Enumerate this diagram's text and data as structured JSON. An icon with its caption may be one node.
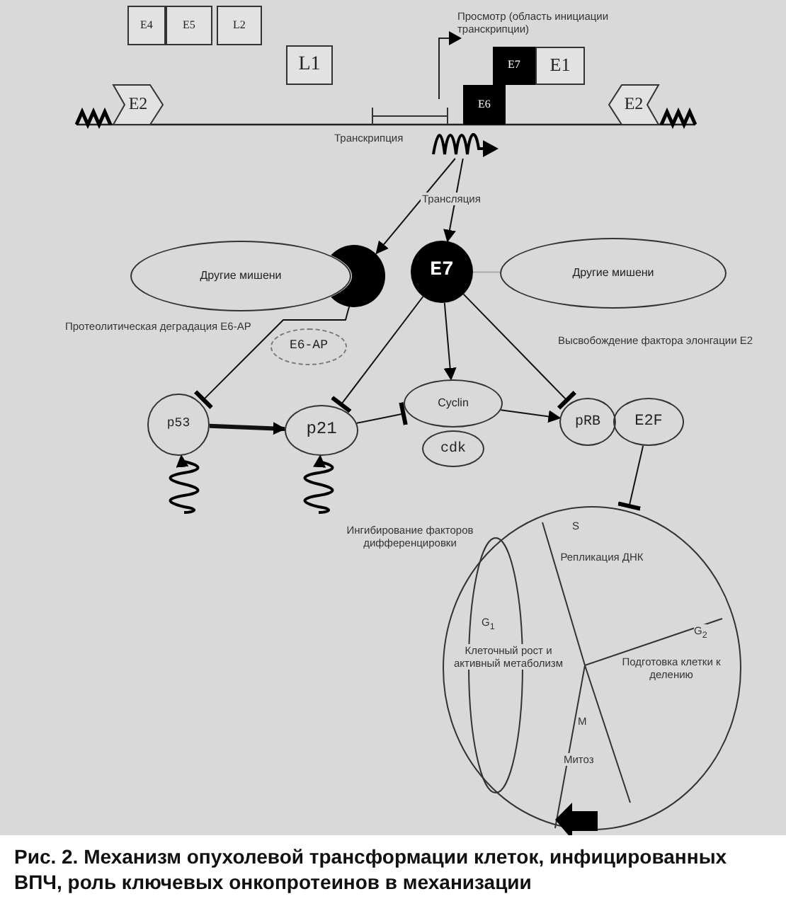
{
  "diagram": {
    "caption": "Рис. 2. Механизм опухолевой трансформации клеток, инфицированных ВПЧ, роль ключевых онкопротеинов в механизации",
    "nodes": [
      {
        "text": [
          "E4"
        ]
      },
      {
        "text": [
          "E5"
        ]
      },
      {
        "text": [
          "L2"
        ]
      },
      {
        "text": [
          "L1"
        ]
      },
      {
        "text": [
          "E7"
        ]
      },
      {
        "text": [
          "E1"
        ]
      },
      {
        "text": [
          "E6"
        ]
      },
      {
        "text": [
          "E2"
        ]
      },
      {
        "text": [
          "E2"
        ]
      },
      {
        "text": [],
        "shape": "wave"
      },
      {
        "text": [
          "Другие мишени"
        ]
      },
      {
        "text": [],
        "shape": "crescent"
      },
      {
        "text": [
          "E7"
        ]
      },
      {
        "text": [
          "Другие мишени"
        ]
      },
      {
        "text": [
          "E6-AP"
        ]
      },
      {
        "text": [
          "p53"
        ]
      },
      {
        "text": [
          "p21"
        ]
      },
      {
        "text": [
          "Cyclin"
        ]
      },
      {
        "text": [
          "cdk"
        ]
      },
      {
        "text": [
          "pRB"
        ]
      },
      {
        "text": [
          "E2F"
        ]
      },
      {
        "text": [],
        "shape": "circle"
      },
      {
        "text": [],
        "shape": "wave"
      },
      {
        "text": [],
        "shape": "wave"
      }
    ],
    "edges": [
      {
        "from": 9,
        "to": 11,
        "arrow": "to"
      },
      {
        "from": 9,
        "to": 12,
        "arrow": "to",
        "label": "Трансляция"
      },
      {
        "from": 11,
        "to": 15,
        "arrow": "other",
        "label": "Протеолитическая деградация E6-AP"
      },
      {
        "from": 12,
        "to": 16,
        "arrow": "other"
      },
      {
        "from": 12,
        "to": 17,
        "arrow": "to"
      },
      {
        "from": 12,
        "to": 19,
        "arrow": "other",
        "label": "Высвобождение фактора элонгации E2"
      },
      {
        "from": 15,
        "to": 16,
        "arrow": "to",
        "style": "thick"
      },
      {
        "from": 16,
        "to": 17,
        "arrow": "other"
      },
      {
        "from": 17,
        "to": 19,
        "arrow": "to"
      },
      {
        "from": 20,
        "to": 21,
        "arrow": "other"
      },
      {
        "from": 22,
        "to": 15,
        "arrow": "to"
      },
      {
        "from": 23,
        "to": 16,
        "arrow": "to"
      },
      {
        "from": 12,
        "to": 13,
        "arrow": "none",
        "color": "#aaaaaa"
      }
    ],
    "labels": [
      "Просмотр (область инициации транскрипции)",
      "Транскрипция",
      "Ингибирование факторов дифференцировки",
      "S",
      "Репликация ДНК",
      "G$_{1}$",
      "G$_{2}$",
      "Клеточный рост и активный метаболизм",
      "Подготовка клетки к делению",
      "M",
      "Митоз"
    ]
  }
}
